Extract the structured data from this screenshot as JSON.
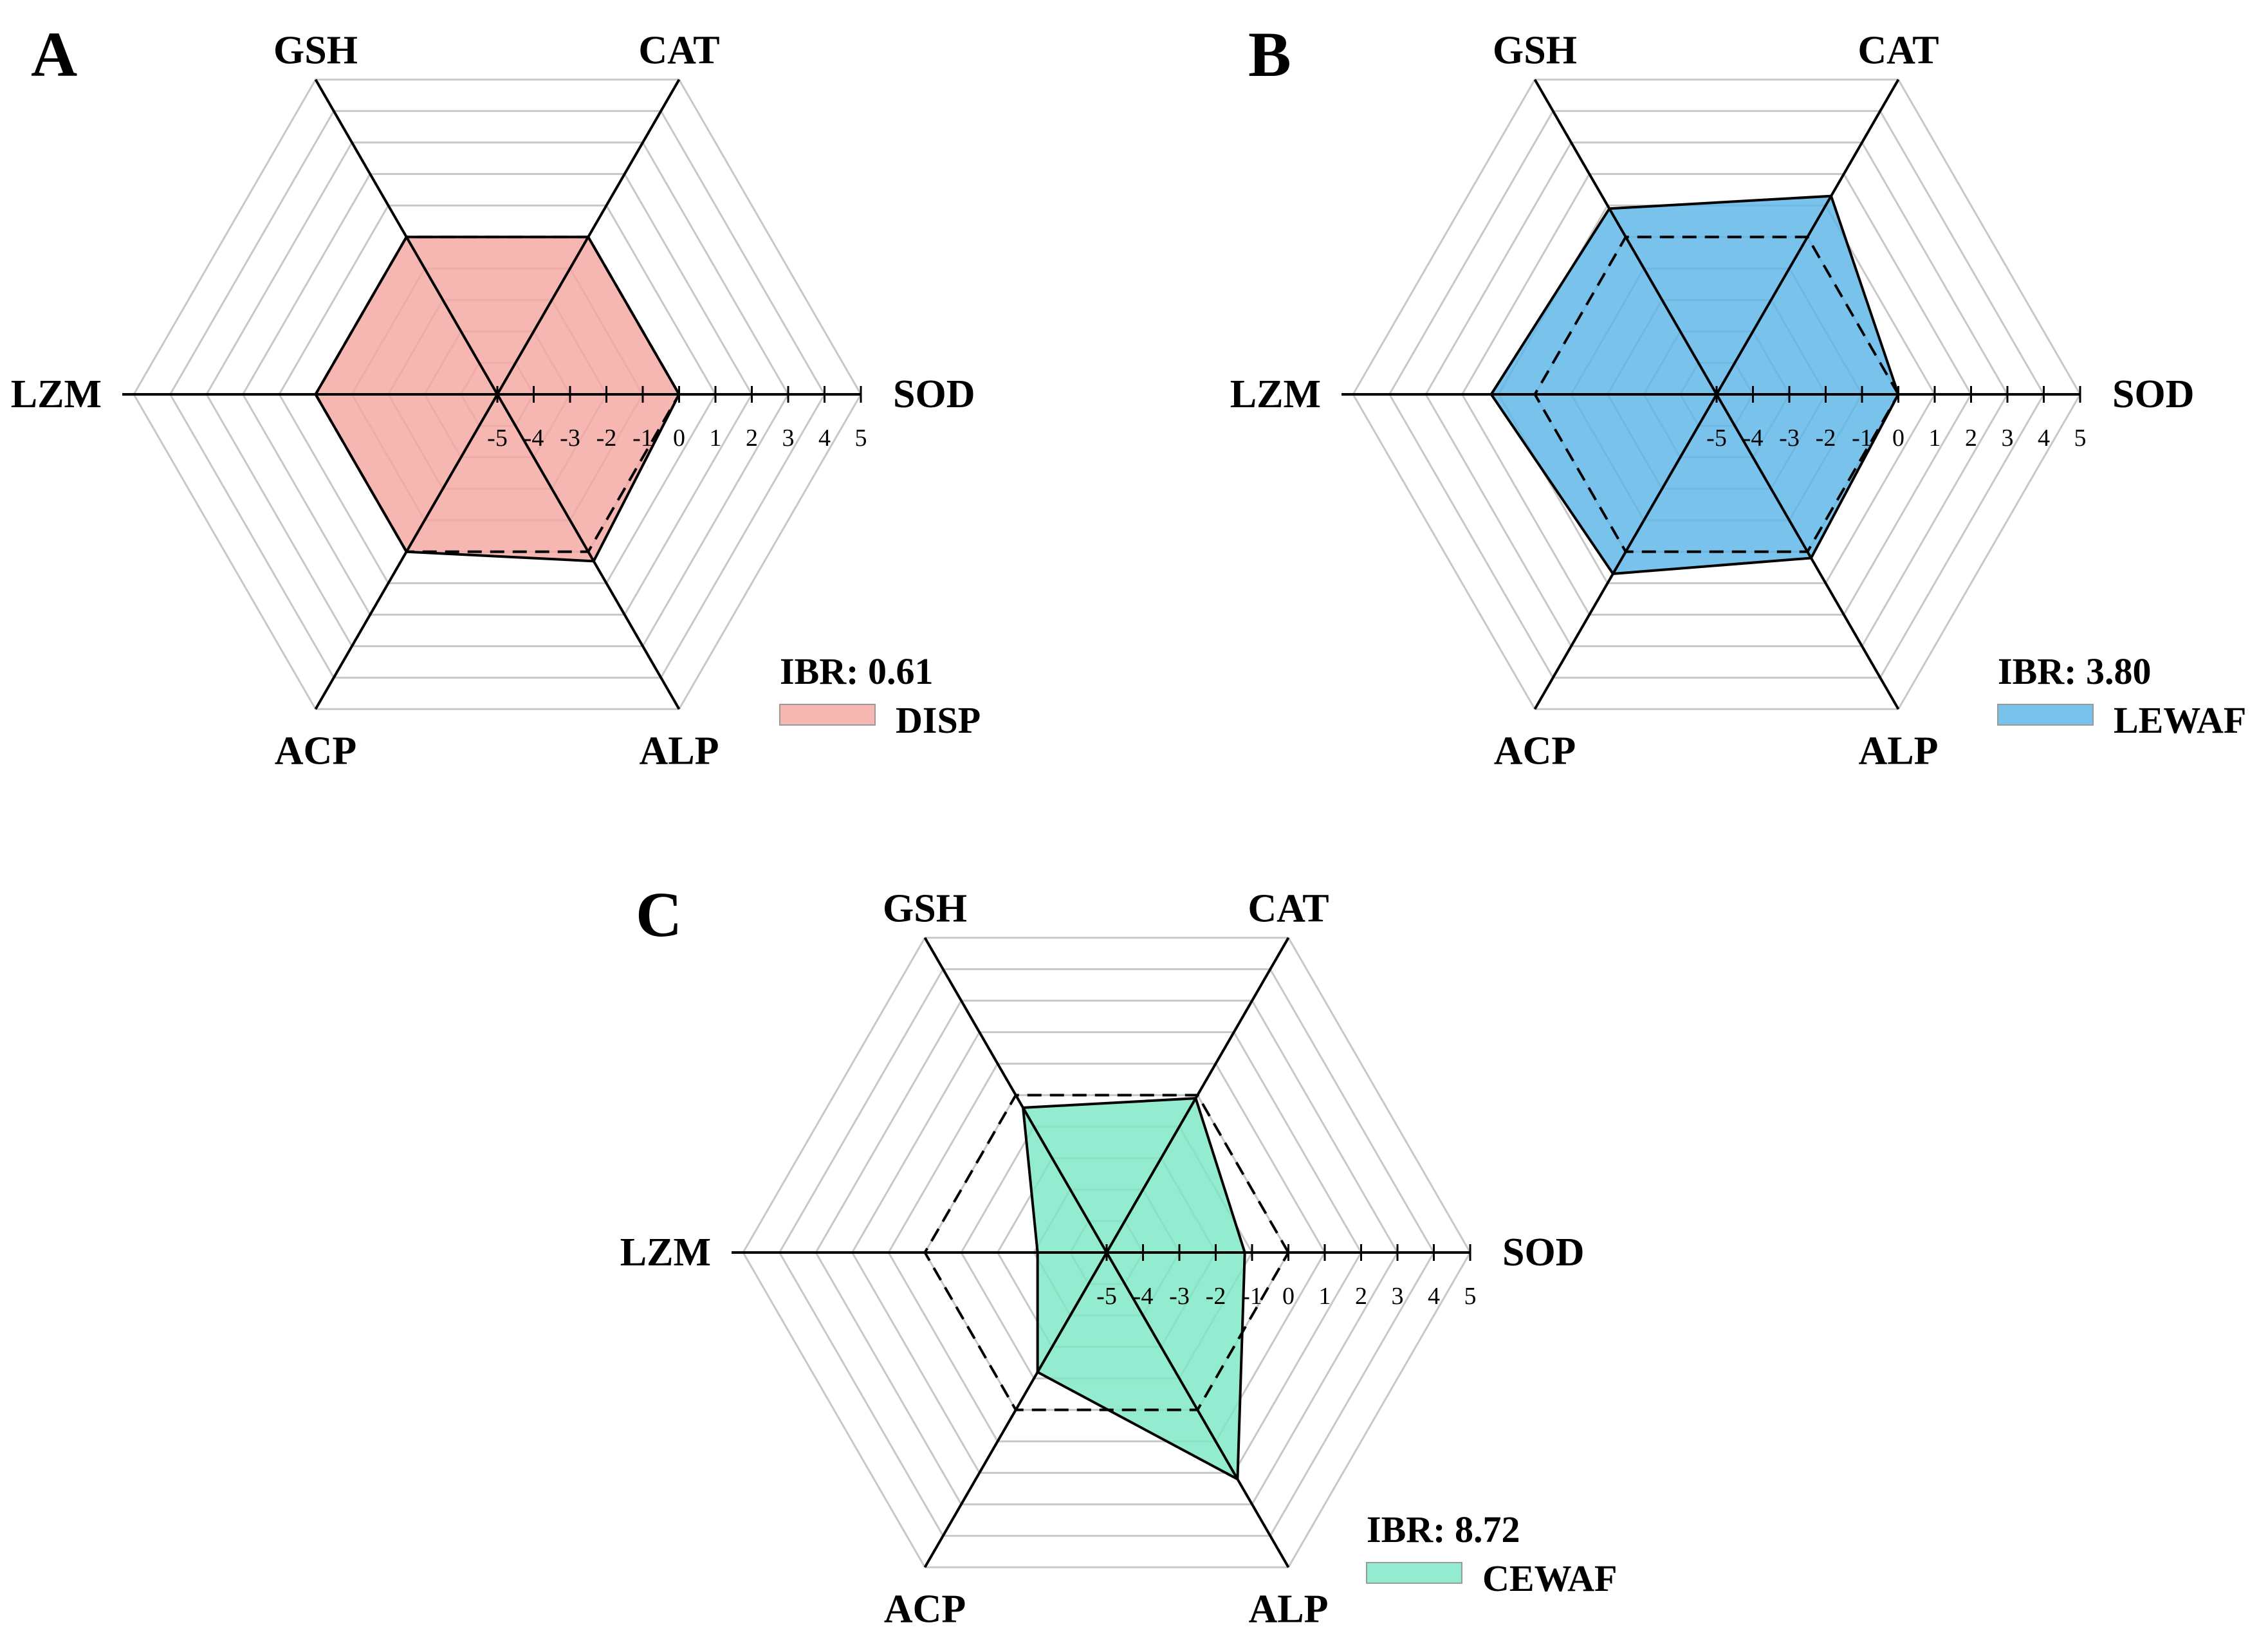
{
  "chart_data": [
    {
      "type": "radar",
      "panel_label": "A",
      "axes": [
        "SOD",
        "CAT",
        "GSH",
        "LZM",
        "ACP",
        "ALP"
      ],
      "tick_labels": [
        "-5",
        "-4",
        "-3",
        "-2",
        "-1",
        "0",
        "1",
        "2",
        "3",
        "4",
        "5"
      ],
      "range": [
        -5,
        5
      ],
      "reference": [
        0,
        0,
        0,
        0,
        0,
        0
      ],
      "series": [
        {
          "name": "DISP",
          "values": [
            0,
            0,
            0,
            0,
            0,
            0.3
          ],
          "fill": "#f4a6a0",
          "stroke": "#000000"
        }
      ],
      "ibr": "IBR: 0.61"
    },
    {
      "type": "radar",
      "panel_label": "B",
      "axes": [
        "SOD",
        "CAT",
        "GSH",
        "LZM",
        "ACP",
        "ALP"
      ],
      "tick_labels": [
        "-5",
        "-4",
        "-3",
        "-2",
        "-1",
        "0",
        "1",
        "2",
        "3",
        "4",
        "5"
      ],
      "range": [
        -5,
        5
      ],
      "reference": [
        0,
        0,
        0,
        0,
        0,
        0
      ],
      "series": [
        {
          "name": "LEWAF",
          "values": [
            0,
            1.3,
            0.9,
            1.2,
            0.7,
            0.2
          ],
          "fill": "#5ab4e8",
          "stroke": "#000000"
        }
      ],
      "ibr": "IBR: 3.80"
    },
    {
      "type": "radar",
      "panel_label": "C",
      "axes": [
        "SOD",
        "CAT",
        "GSH",
        "LZM",
        "ACP",
        "ALP"
      ],
      "tick_labels": [
        "-5",
        "-4",
        "-3",
        "-2",
        "-1",
        "0",
        "1",
        "2",
        "3",
        "4",
        "5"
      ],
      "range": [
        -5,
        5
      ],
      "reference": [
        0,
        0,
        0,
        0,
        0,
        0
      ],
      "series": [
        {
          "name": "CEWAF",
          "values": [
            -1.2,
            -0.1,
            -0.4,
            -3.1,
            -1.2,
            2.2
          ],
          "fill": "#7be8c4",
          "stroke": "#000000"
        }
      ],
      "ibr": "IBR: 8.72"
    }
  ]
}
